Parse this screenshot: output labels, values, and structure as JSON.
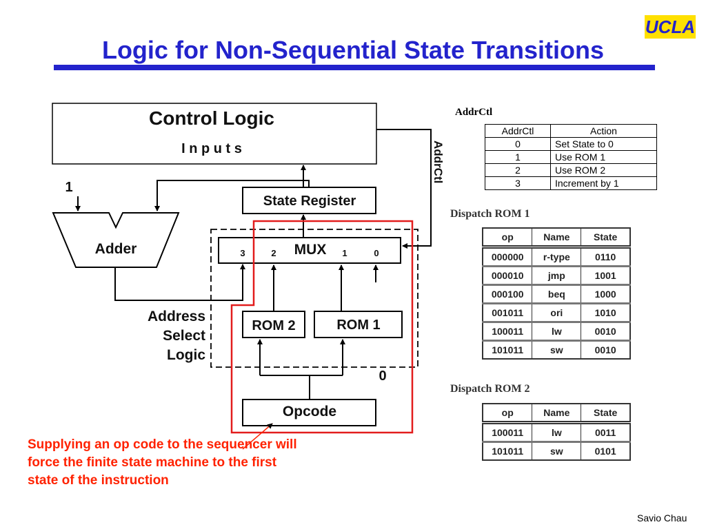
{
  "title": "Logic for Non-Sequential State Transitions",
  "logo_text": "UCLA",
  "colors": {
    "title": "#2323cc",
    "logo_bg": "#ffe000",
    "highlight": "#e21c1c",
    "note": "#ff2200"
  },
  "diagram": {
    "control_logic": "Control Logic",
    "inputs": "I n p u t s",
    "state_register": "State Register",
    "adder": "Adder",
    "adder_input": "1",
    "mux": "MUX",
    "mux_inputs": [
      "3",
      "2",
      "1",
      "0"
    ],
    "rom2": "ROM 2",
    "rom1": "ROM 1",
    "opcode": "Opcode",
    "address_select": [
      "Address",
      "Select",
      "Logic"
    ],
    "zero_label": "0",
    "addrctl_vertical": "AddrCtl"
  },
  "addrctl_table": {
    "title": "AddrCtl",
    "headers": [
      "AddrCtl",
      "Action"
    ],
    "rows": [
      [
        "0",
        "Set State to 0"
      ],
      [
        "1",
        "Use ROM 1"
      ],
      [
        "2",
        "Use ROM 2"
      ],
      [
        "3",
        "Increment by 1"
      ]
    ]
  },
  "dispatch_rom1": {
    "title": "Dispatch ROM 1",
    "headers": [
      "op",
      "Name",
      "State"
    ],
    "rows": [
      [
        "000000",
        "r-type",
        "0110"
      ],
      [
        "000010",
        "jmp",
        "1001"
      ],
      [
        "000100",
        "beq",
        "1000"
      ],
      [
        "001011",
        "ori",
        "1010"
      ],
      [
        "100011",
        "lw",
        "0010"
      ],
      [
        "101011",
        "sw",
        "0010"
      ]
    ]
  },
  "dispatch_rom2": {
    "title": "Dispatch ROM 2",
    "headers": [
      "op",
      "Name",
      "State"
    ],
    "rows": [
      [
        "100011",
        "lw",
        "0011"
      ],
      [
        "101011",
        "sw",
        "0101"
      ]
    ]
  },
  "note": "Supplying an op code to the sequencer will force the finite state machine to the first state of the instruction",
  "author": "Savio Chau"
}
